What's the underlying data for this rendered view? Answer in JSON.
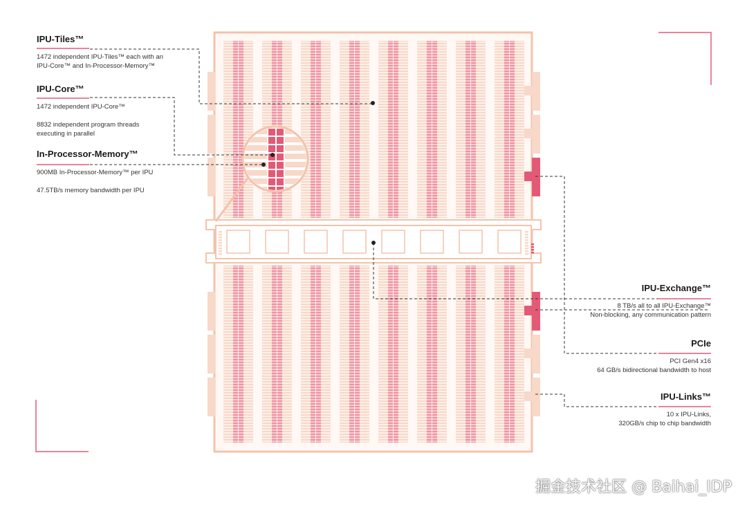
{
  "labels": {
    "ipu_tiles": {
      "title": "IPU-Tiles™",
      "desc": [
        "1472 independent IPU-Tiles™ each with an",
        "IPU-Core™ and In-Processor-Memory™"
      ]
    },
    "ipu_core": {
      "title": "IPU-Core™",
      "desc": [
        "1472 independent IPU-Core™",
        "",
        "8832 independent program threads",
        "executing in parallel"
      ]
    },
    "in_processor_memory": {
      "title": "In-Processor-Memory™",
      "desc": [
        "900MB In-Processor-Memory™ per IPU",
        "",
        "47.5TB/s memory bandwidth per IPU"
      ]
    },
    "ipu_exchange": {
      "title": "IPU-Exchange™",
      "desc": [
        "8 TB/s all to all IPU-Exchange™",
        "Non-blocking, any communication pattern"
      ]
    },
    "pcie": {
      "title": "PCIe",
      "desc": [
        "PCI Gen4 x16",
        "64 GB/s bidirectional bandwidth to host"
      ]
    },
    "ipu_links": {
      "title": "IPU-Links™",
      "desc": [
        "10 x IPU-Links,",
        "320GB/s chip to chip bandwidth"
      ]
    }
  },
  "watermark": "掘金技术社区 @ Baihai_IDP",
  "colors": {
    "light": "#f8d8c8",
    "stroke": "#f3c3ab",
    "accent": "#e45a76",
    "accent_light": "#ec8799",
    "underline": "#e8849a"
  }
}
